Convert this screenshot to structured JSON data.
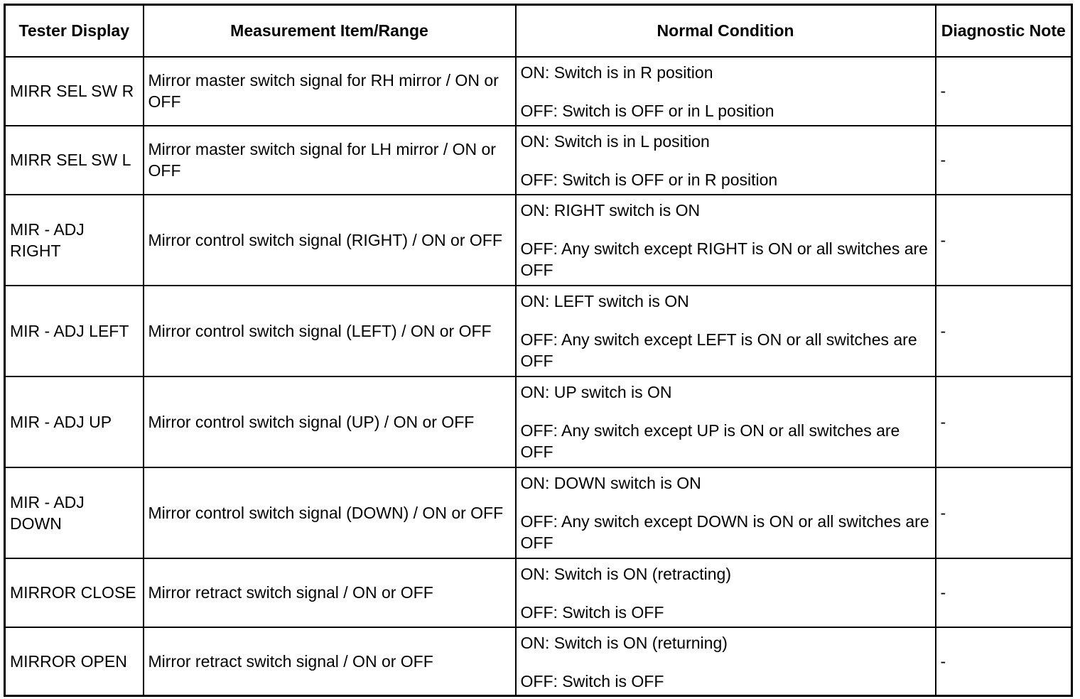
{
  "table": {
    "headers": {
      "tester_display": "Tester Display",
      "measurement": "Measurement Item/Range",
      "normal": "Normal Condition",
      "diagnostic": "Diagnostic Note"
    },
    "rows": [
      {
        "tester": "MIRR SEL SW R",
        "measurement": "Mirror master switch signal for RH mirror / ON or OFF",
        "on": "ON: Switch is in R position",
        "off": "OFF: Switch is OFF or in L position",
        "note": "-"
      },
      {
        "tester": "MIRR SEL SW L",
        "measurement": "Mirror master switch signal for LH mirror / ON or OFF",
        "on": "ON: Switch is in L position",
        "off": "OFF: Switch is OFF or in R position",
        "note": "-"
      },
      {
        "tester": "MIR - ADJ RIGHT",
        "measurement": "Mirror control switch signal (RIGHT) / ON or OFF",
        "on": "ON: RIGHT switch is ON",
        "off": "OFF: Any switch except RIGHT is ON or all switches are OFF",
        "note": "-"
      },
      {
        "tester": "MIR - ADJ LEFT",
        "measurement": "Mirror control switch signal (LEFT) / ON or OFF",
        "on": "ON: LEFT switch is ON",
        "off": "OFF: Any switch except LEFT is ON or all switches are OFF",
        "note": "-"
      },
      {
        "tester": "MIR - ADJ UP",
        "measurement": "Mirror control switch signal (UP) / ON or OFF",
        "on": "ON: UP switch is ON",
        "off": "OFF: Any switch except UP is ON or all switches are OFF",
        "note": "-"
      },
      {
        "tester": "MIR - ADJ DOWN",
        "measurement": "Mirror control switch signal (DOWN) / ON or OFF",
        "on": "ON: DOWN switch is ON",
        "off": "OFF: Any switch except DOWN is ON or all switches are OFF",
        "note": "-"
      },
      {
        "tester": "MIRROR CLOSE",
        "measurement": "Mirror retract switch signal / ON or OFF",
        "on": "ON: Switch is ON (retracting)",
        "off": "OFF: Switch is OFF",
        "note": "-"
      },
      {
        "tester": "MIRROR OPEN",
        "measurement": "Mirror retract switch signal / ON or OFF",
        "on": "ON: Switch is ON (returning)",
        "off": "OFF: Switch is OFF",
        "note": "-"
      }
    ]
  }
}
